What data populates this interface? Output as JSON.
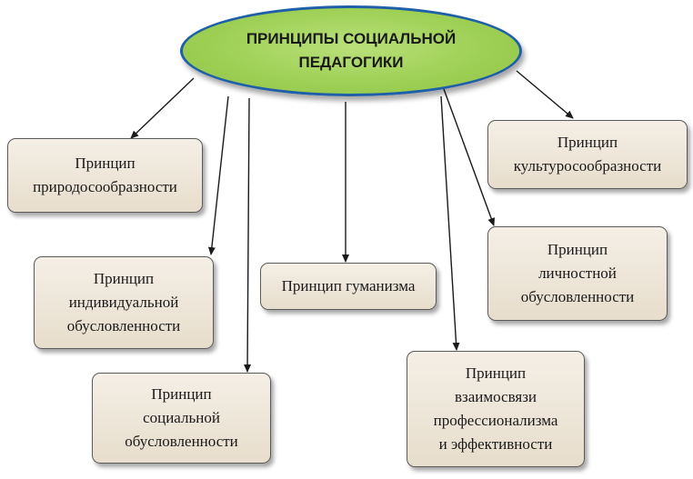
{
  "root": {
    "title": "ПРИНЦИПЫ СОЦИАЛЬНОЙ\nПЕДАГОГИКИ"
  },
  "nodes": [
    {
      "id": "prirodo",
      "label": "Принцип\nприродосообразности"
    },
    {
      "id": "kulturo",
      "label": "Принцип\nкультуросообразности"
    },
    {
      "id": "individ",
      "label": "Принцип\nиндивидуальной\nобусловленности"
    },
    {
      "id": "gumanizm",
      "label": "Принцип гуманизма"
    },
    {
      "id": "lichnost",
      "label": "Принцип\nличностной\nобусловленности"
    },
    {
      "id": "social",
      "label": "Принцип\nсоциальной\nобусловленности"
    },
    {
      "id": "vzaimo",
      "label": "Принцип\nвзаимосвязи\nпрофессионализма\nи эффективности"
    }
  ],
  "colors": {
    "ellipse_fill": "#9fd056",
    "ellipse_border": "#1f5fa8",
    "box_fill": "#ede5d6",
    "box_border": "#5a5a5a",
    "arrow": "#1a1a1a"
  }
}
